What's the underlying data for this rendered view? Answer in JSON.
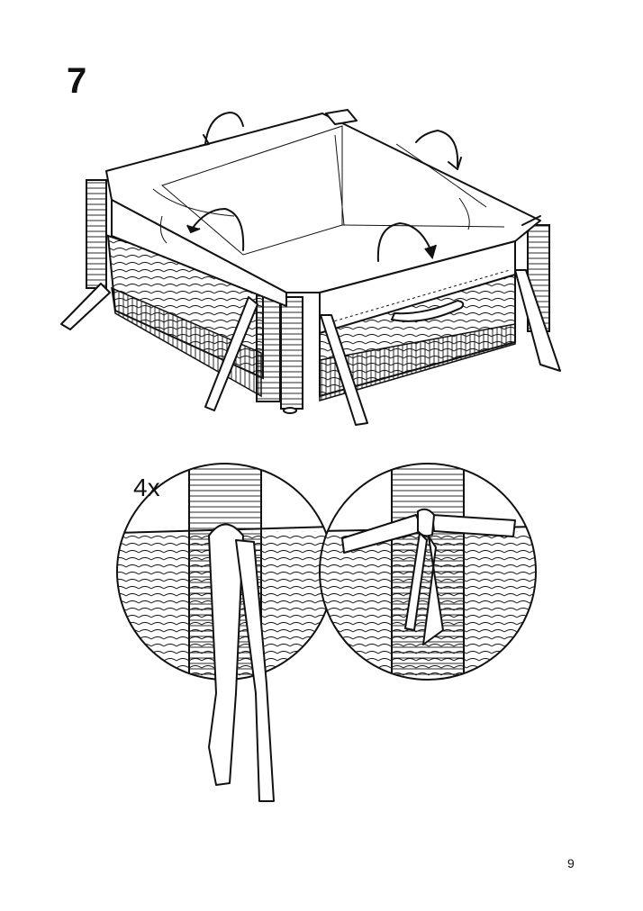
{
  "step": {
    "number": "7"
  },
  "detail": {
    "quantity": "4x"
  },
  "footer": {
    "page_number": "9"
  },
  "icons": {
    "fold_arrows": "curved-fold-over-arrow",
    "tie": "ribbon-tie-knot"
  }
}
